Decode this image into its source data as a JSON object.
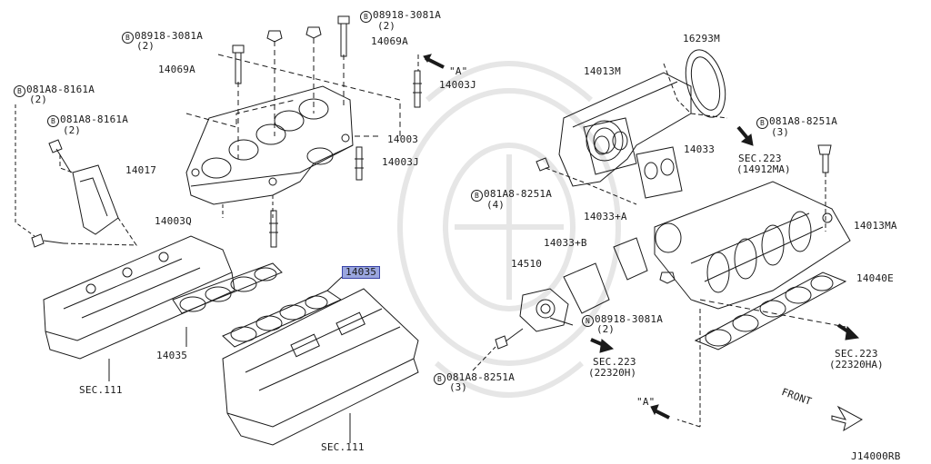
{
  "diagram_code": "J14000RB",
  "callouts": {
    "bolt_b_08918_left": {
      "prefix": "B",
      "part": "08918-3081A",
      "qty": "(2)"
    },
    "bolt_b_08918_top": {
      "prefix": "B",
      "part": "08918-3081A",
      "qty": "(2)"
    },
    "bolt_b_081a8_8161_a": {
      "prefix": "B",
      "part": "081A8-8161A",
      "qty": "(2)"
    },
    "bolt_b_081a8_8161_b": {
      "prefix": "B",
      "part": "081A8-8161A",
      "qty": "(2)"
    },
    "bolt_b_081a8_8251_mid": {
      "prefix": "B",
      "part": "081A8-8251A",
      "qty": "(4)"
    },
    "bolt_b_081a8_8251_right": {
      "prefix": "B",
      "part": "081A8-8251A",
      "qty": "(3)"
    },
    "bolt_b_081a8_8251_bottom": {
      "prefix": "B",
      "part": "081A8-8251A",
      "qty": "(3)"
    },
    "nut_n_08918": {
      "prefix": "N",
      "part": "08918-3081A",
      "qty": "(2)"
    }
  },
  "parts": {
    "p14069a_top": "14069A",
    "p14069a_left": "14069A",
    "p14003j_top": "14003J",
    "p14003j_mid": "14003J",
    "p14003": "14003",
    "p14017": "14017",
    "p14003q": "14003Q",
    "p14035_highlight": "14035",
    "p14035_bottom": "14035",
    "p16293m": "16293M",
    "p14013m": "14013M",
    "p14033": "14033",
    "p14033a": "14033+A",
    "p14033b": "14033+B",
    "p14510": "14510",
    "p14013ma": "14013MA",
    "p14040e": "14040E"
  },
  "sections": {
    "sec111_left": "SEC.111",
    "sec111_bottom": "SEC.111",
    "sec223_a": {
      "label": "SEC.223",
      "ref": "(14912MA)"
    },
    "sec223_b": {
      "label": "SEC.223",
      "ref": "(22320H)"
    },
    "sec223_c": {
      "label": "SEC.223",
      "ref": "(22320HA)"
    }
  },
  "markers": {
    "view_a_top": "\"A\"",
    "view_a_bottom": "\"A\""
  },
  "orientation": "FRONT",
  "colors": {
    "line": "#1a1a1a",
    "highlight": "#9aa6de",
    "highlight_border": "#3a44a8",
    "watermark": "#e6e6e6"
  }
}
